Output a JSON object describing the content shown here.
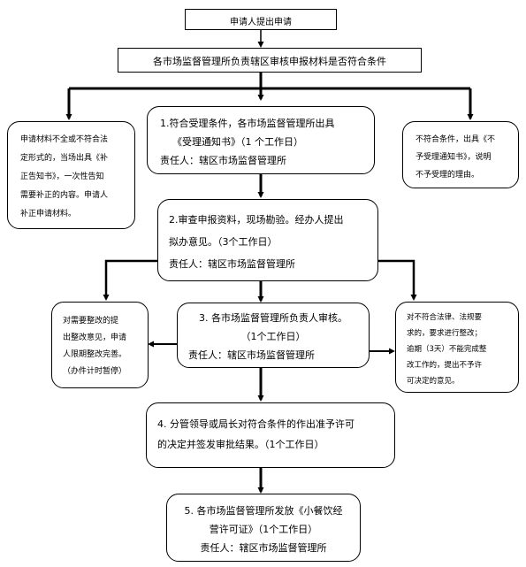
{
  "step_apply": "申请人提出申请",
  "step_review": "各市场监督管理所负责辖区审核申报材料是否符合条件",
  "note_incomplete": [
    "申请材料不全或不符合法",
    "定形式的，当场出具《补",
    "正告知书》，一次性告知",
    "需要补正的内容。申请人",
    "补正申请材料。"
  ],
  "step1": [
    "1.符合受理条件，各市场监督管理所出具",
    "《受理通知书》（1 个工作日）",
    "责任人：辖区市场监督管理所"
  ],
  "note_reject": [
    "不符合条件，出具《不",
    "予受理通知书》，说明",
    "不予受理的理由。"
  ],
  "step2": [
    "2.审查申报资料，现场勘验。经办人提出",
    "拟办意见。（3个工作日）",
    "责任人：辖区市场监督管理所"
  ],
  "note_rectify": [
    "对需要整改的提",
    "出整改意见，申请",
    "人限期整改完善。",
    "（办件计时暂停）"
  ],
  "step3": [
    "3. 各市场监督管理所负责人审核。",
    "（1个工作日）",
    "责任人：辖区市场监督管理所"
  ],
  "note_noncompliant": [
    "对不符合法律、法规要",
    "求的，要求进行整改；",
    "逾期（3天）不能完成整",
    "改工作的，提出不予许",
    "可决定的意见。"
  ],
  "step4": [
    "4. 分管领导或局长对符合条件的作出准予许可",
    "的决定并签发审批结果。（1个工作日）"
  ],
  "step5": [
    "5. 各市场监督管理所发放《小餐饮经",
    "营许可证》（1个工作日）",
    "责任人：辖区市场监督管理所"
  ],
  "colors": {
    "line": "#000000",
    "box_fill": "#ffffff",
    "background": "#ffffff"
  }
}
